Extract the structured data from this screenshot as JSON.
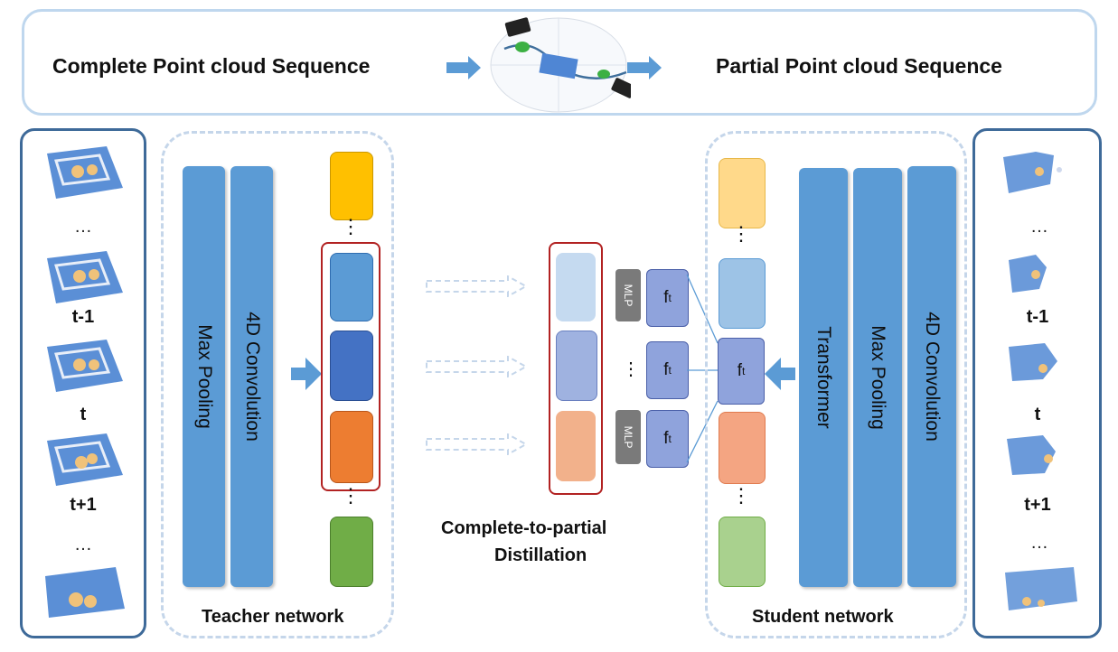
{
  "top": {
    "left_label": "Complete Point cloud Sequence",
    "right_label": "Partial Point cloud Sequence"
  },
  "left_frames": {
    "labels": [
      "t-1",
      "t",
      "t+1"
    ],
    "ellipsis": "…"
  },
  "right_frames": {
    "labels": [
      "t-1",
      "t",
      "t+1"
    ],
    "ellipsis": "…"
  },
  "teacher": {
    "caption": "Teacher network",
    "layers": [
      "Max Pooling",
      "4D Convolution"
    ]
  },
  "student": {
    "caption": "Student network",
    "layers": [
      "Transformer",
      "Max Pooling",
      "4D Convolution"
    ]
  },
  "distill": {
    "caption_line1": "Complete-to-partial",
    "caption_line2": "Distillation",
    "mlp_label": "MLP",
    "ft_main": "f",
    "ft_sub": "t",
    "ellipsis": "⋮"
  },
  "colors": {
    "border_blue": "#3e6a99",
    "dashed": "#c5d6ea",
    "layer_blue": "#5b9bd5",
    "teacher_yellow": "#ffc000",
    "teacher_blue": "#5b9bd5",
    "teacher_darkblue": "#4472c4",
    "teacher_orange": "#ed7d31",
    "teacher_green": "#70ad47",
    "highlight_red": "#b22222"
  }
}
